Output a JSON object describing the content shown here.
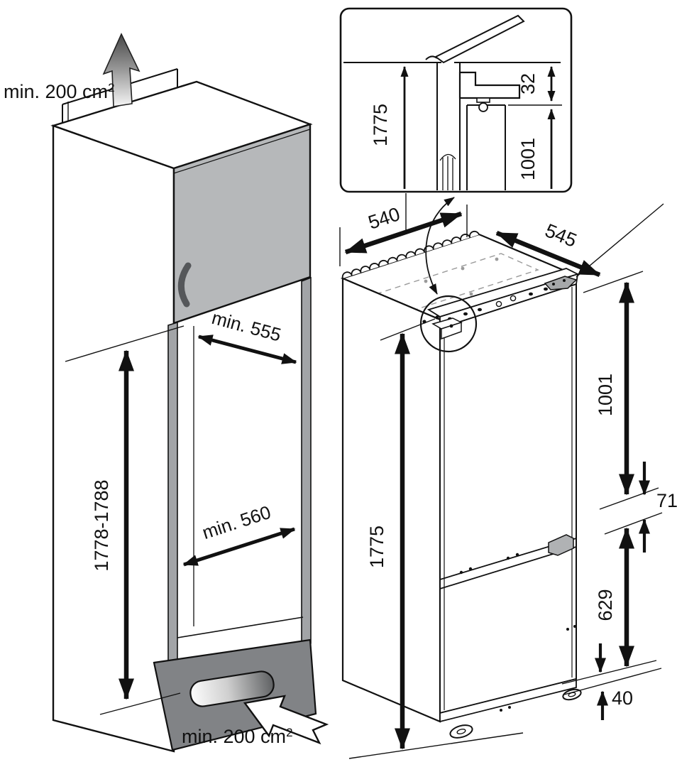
{
  "cabinet": {
    "top_vent": {
      "prefix": "min. 200 cm",
      "sup": "2"
    },
    "niche_width": "min. 555",
    "niche_depth": "min. 560",
    "niche_height": "1778-1788",
    "bottom_vent": {
      "prefix": "min. 200 cm",
      "sup": "2"
    }
  },
  "appliance": {
    "depth": "540",
    "width": "545",
    "height": "1775",
    "upper_door_height": "1001",
    "door_gap": "71",
    "lower_door_height": "629",
    "bottom_clearance": "40"
  },
  "inset": {
    "height": "1775",
    "top_clearance": "32",
    "upper_door_height": "1001"
  },
  "colors": {
    "line": "#111111",
    "cabinet_door": "#b6b8ba",
    "cabinet_frame": "#a2a4a7",
    "plinth": "#818386"
  }
}
